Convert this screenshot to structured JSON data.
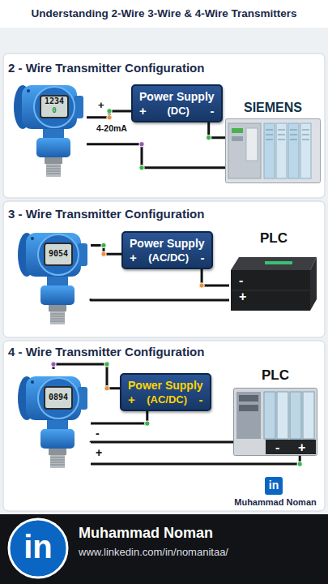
{
  "diagram": {
    "title": "Understanding 2-Wire 3-Wire & 4-Wire Transmitters",
    "nodes": [
      {
        "text": [
          "1234",
          "0"
        ]
      },
      {
        "text": [
          "Power Supply",
          "+",
          "(DC)",
          "-"
        ]
      },
      {
        "text": [
          "SIEMENS"
        ]
      },
      {
        "text": [
          "9054"
        ]
      },
      {
        "text": [
          "Power Supply",
          "+",
          "(AC/DC)",
          "-"
        ]
      },
      {
        "text": [
          "PLC",
          "-",
          "+"
        ]
      },
      {
        "text": [
          "0894"
        ]
      },
      {
        "text": [
          "Power Supply",
          "+",
          "(AC/DC)",
          "-"
        ]
      },
      {
        "text": [
          "PLC",
          "-",
          "+"
        ]
      }
    ],
    "edges": [
      {
        "from": 0,
        "to": 1,
        "arrow": "none"
      },
      {
        "from": 1,
        "to": 2,
        "arrow": "none"
      },
      {
        "from": 0,
        "to": 2,
        "arrow": "none"
      },
      {
        "from": 3,
        "to": 4,
        "arrow": "none"
      },
      {
        "from": 4,
        "to": 5,
        "arrow": "none"
      },
      {
        "from": 3,
        "to": 5,
        "arrow": "none"
      },
      {
        "from": 6,
        "to": 7,
        "arrow": "none"
      },
      {
        "from": 6,
        "to": 7,
        "arrow": "none"
      },
      {
        "from": 6,
        "to": 8,
        "arrow": "none"
      },
      {
        "from": 6,
        "to": 8,
        "arrow": "none"
      }
    ],
    "labels": [
      "2 - Wire Transmitter Configuration",
      "+",
      "4-20mA",
      "3 - Wire Transmitter Configuration",
      "4 - Wire Transmitter Configuration",
      "-",
      "+",
      "in",
      "Muhammad Noman",
      "in",
      "Muhammad Noman",
      "www.linkedin.com/in/nomanitaa/"
    ]
  }
}
